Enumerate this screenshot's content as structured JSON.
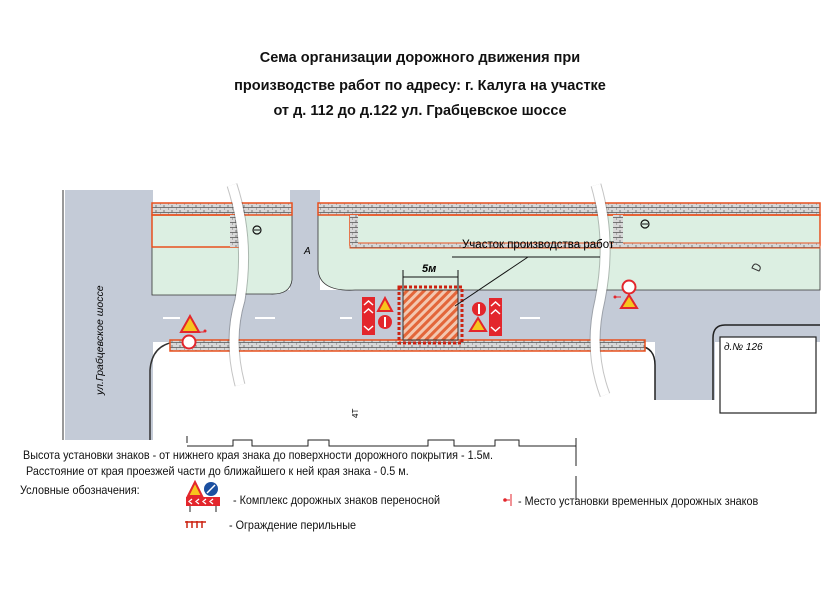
{
  "title": {
    "line1": "Сема организации дорожного движения при",
    "line2": "производстве работ  по адресу: г. Калуга на участке",
    "line3": "от  д. 112 до д.122 ул. Грабцевское шоссе"
  },
  "map": {
    "street_label": "ул.Грабцевское шоссе",
    "work_zone_label": "Участок производства работ",
    "dimension_label": "5м",
    "house_label": "д.№ 126",
    "marker_a": "А",
    "road_mark": "4Т"
  },
  "notes": {
    "height": "Высота установки знаков -  от нижнего края знака до поверхности дорожного покрытия - 1.5м.",
    "distance": "Расстояние от края проезжей части до ближайшего к ней края знака - 0.5 м."
  },
  "legend": {
    "title": "Условные обозначения:",
    "items": [
      {
        "icon": "portable-sign-complex-icon",
        "label": "- Комплекс дорожных знаков переносной"
      },
      {
        "icon": "railing-fence-icon",
        "label": "- Ограждение перильные"
      },
      {
        "icon": "sign-location-icon",
        "label": "- Место установки временных дорожных знаков"
      }
    ]
  },
  "colors": {
    "road": "#c4cbd7",
    "green": "#dcefe2",
    "curb": "#e8501e",
    "sign_red": "#e3262c",
    "sign_yellow": "#f7c51d"
  }
}
